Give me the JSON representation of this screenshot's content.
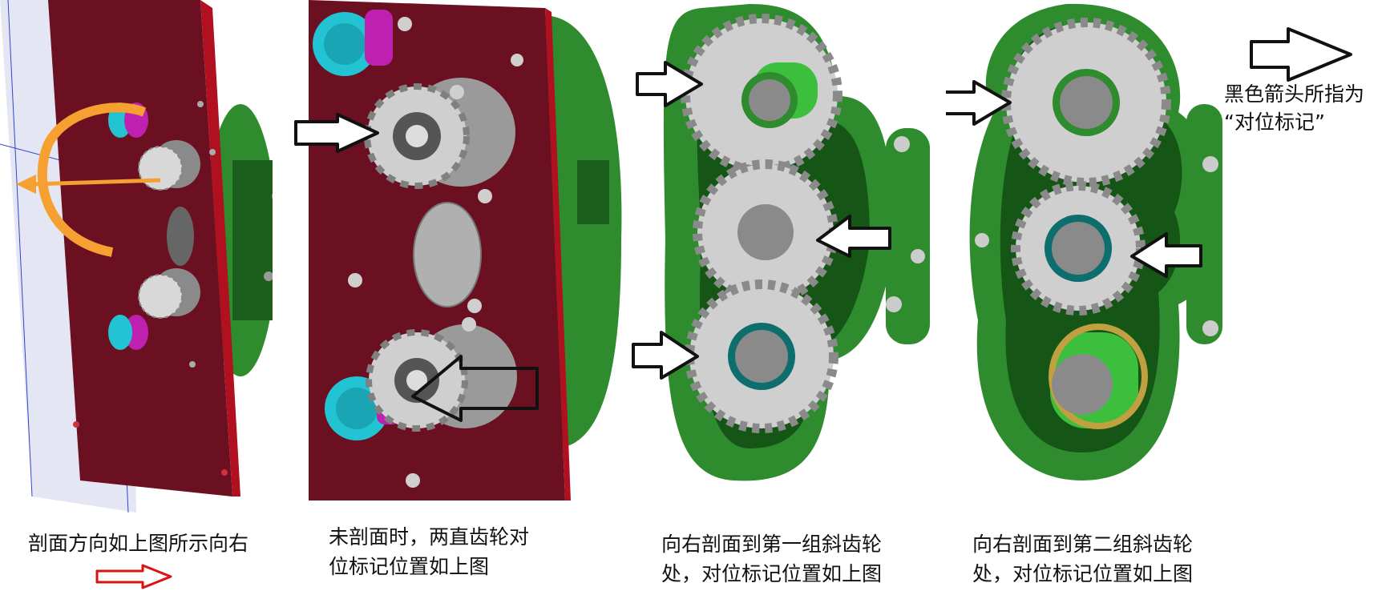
{
  "captions": {
    "section_direction": "剖面方向如上图所示向右",
    "unsectioned": "未剖面时，两直齿轮对\n位标记位置如上图",
    "section_first": "向右剖面到第一组斜齿轮\n处，对位标记位置如上图",
    "section_second": "向右剖面到第二组斜齿轮\n处，对位标记位置如上图"
  },
  "legend": {
    "text": "黑色箭头所指为\n“对位标记”"
  },
  "colors": {
    "housing_green": "#2e8b2e",
    "housing_dark": "#1c5e1c",
    "plate_maroon": "#6b1020",
    "plate_edge": "#b01020",
    "gear_grey": "#bdbdbd",
    "cyan_cap": "#22c4d4",
    "magenta": "#c020b0",
    "orange_arrow": "#f5a030",
    "red_arrow": "#e01010"
  },
  "icons": {
    "alignment_arrow": "black-outline-arrow-icon",
    "rotation_arrow": "orange-curved-arrow-icon",
    "direction_arrow": "red-outline-arrow-icon"
  }
}
